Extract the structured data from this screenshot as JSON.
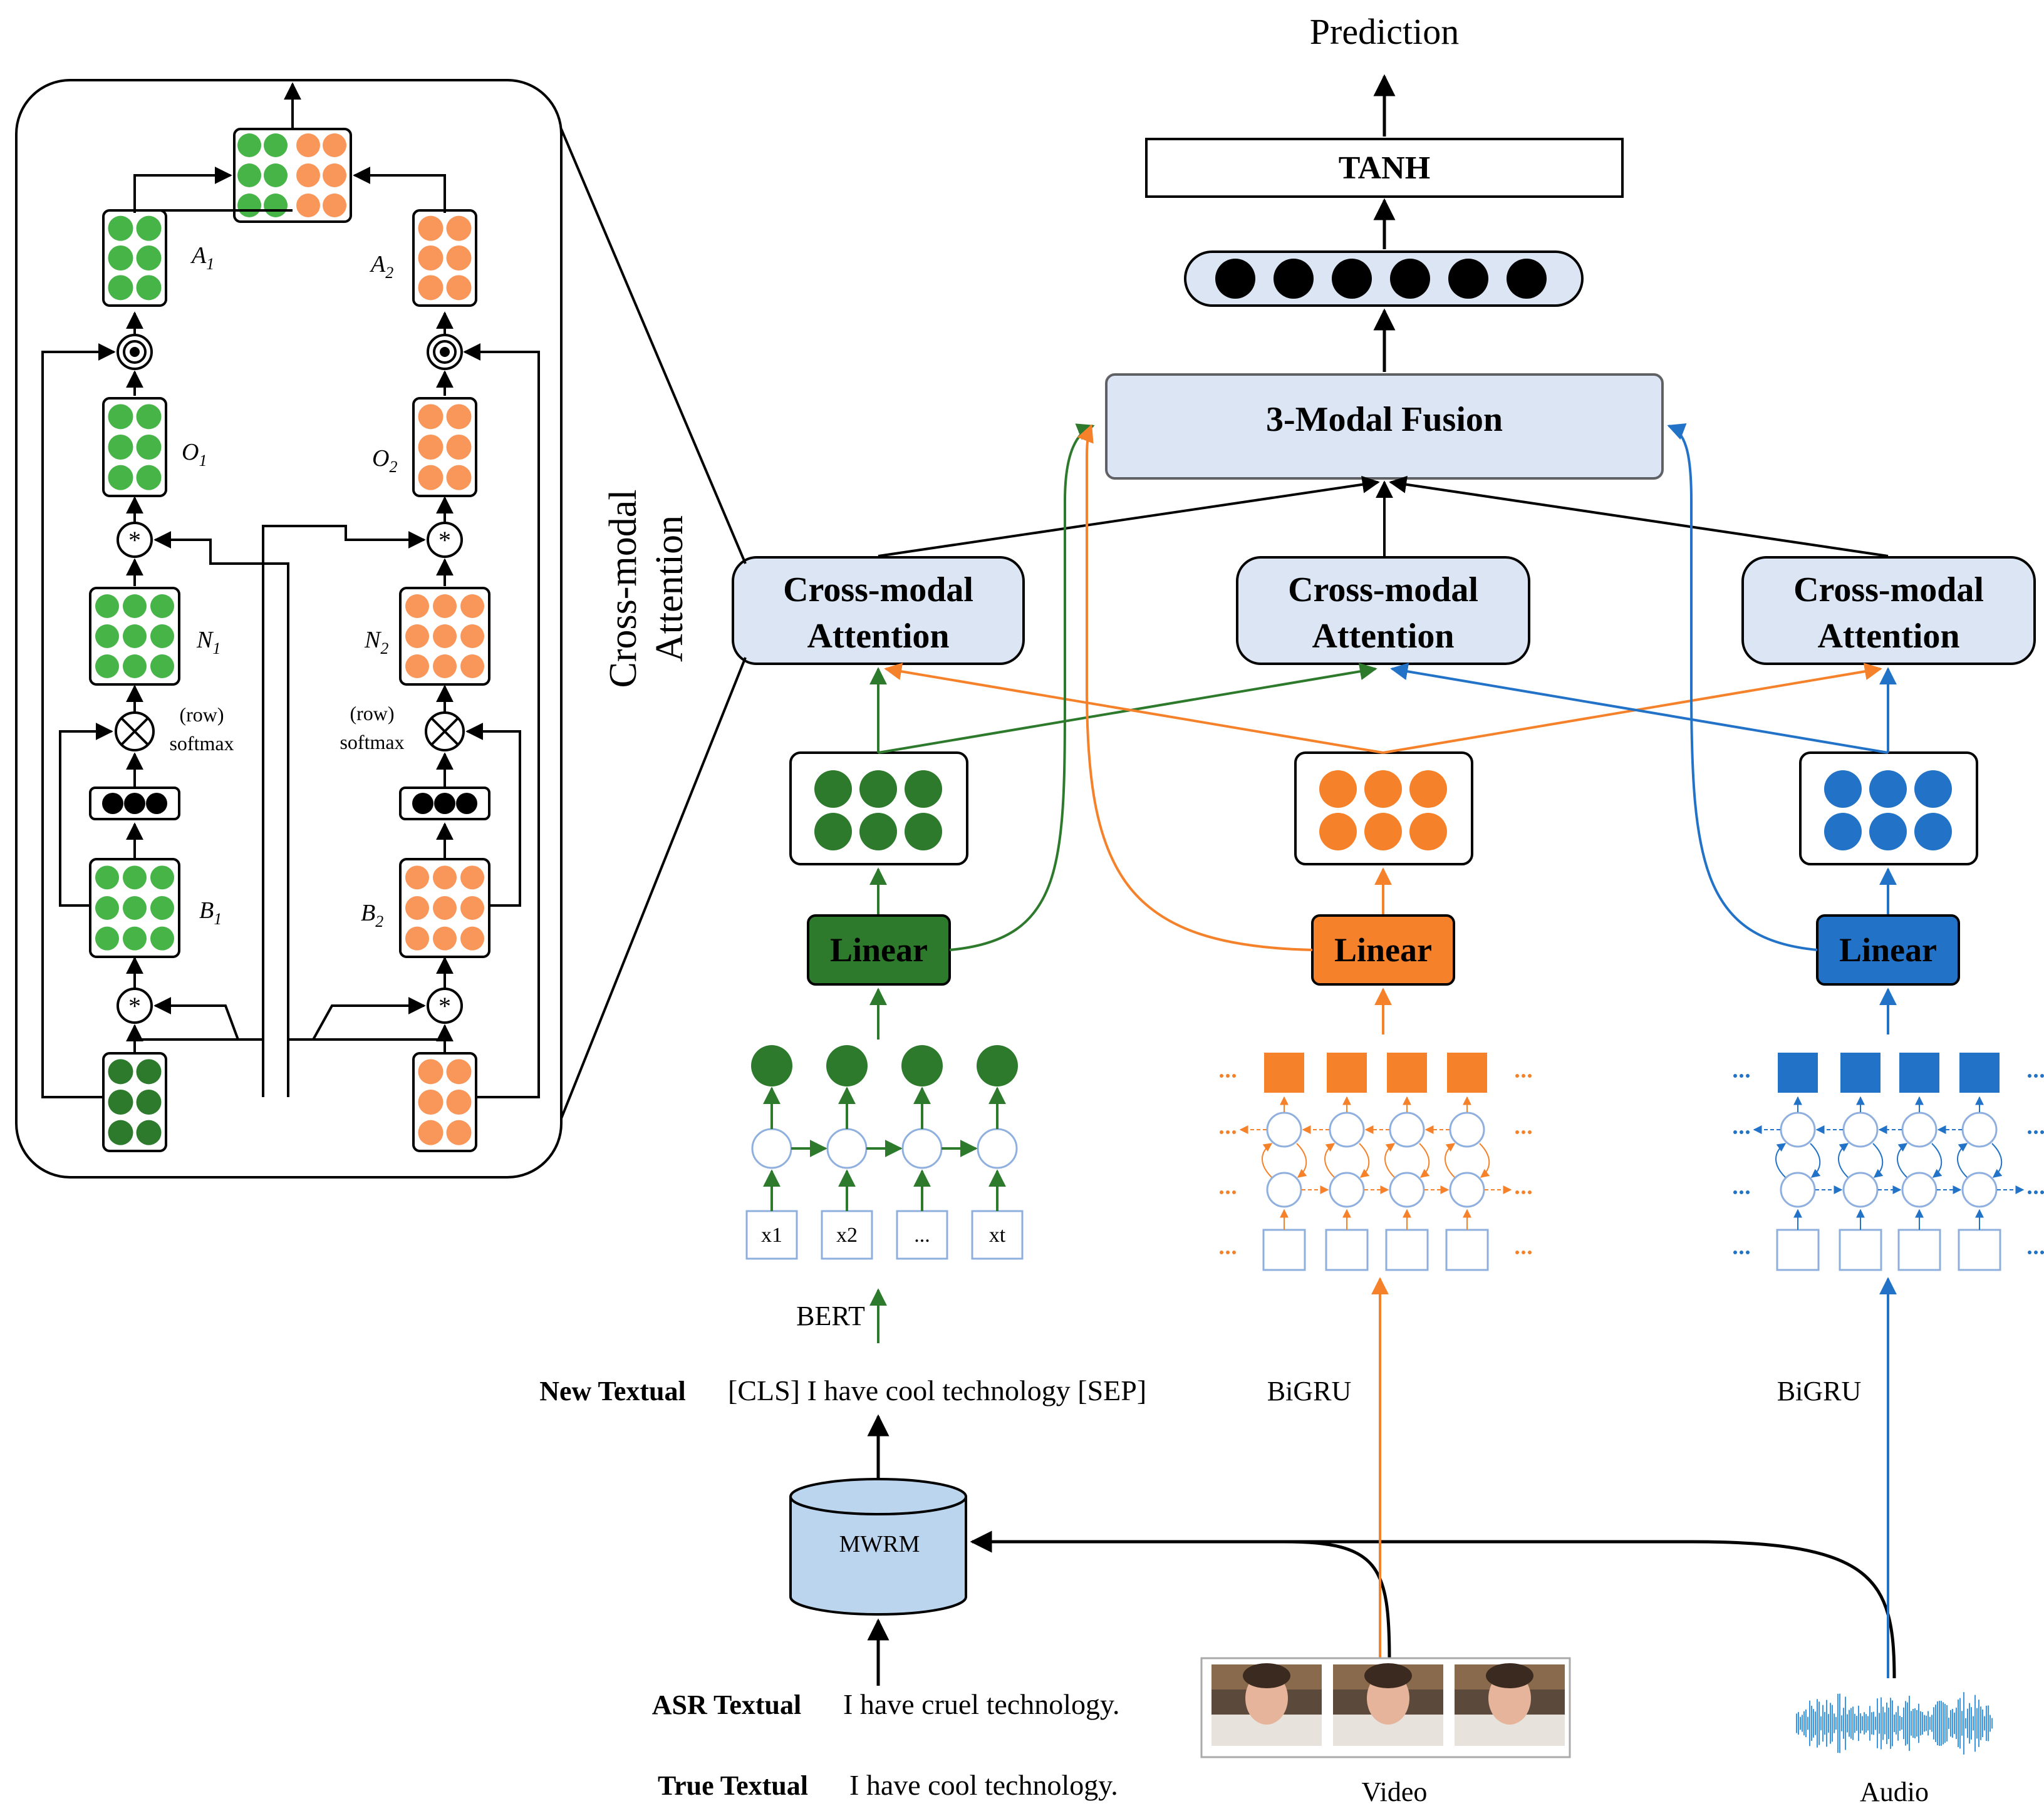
{
  "prediction": "Prediction",
  "tanh": "TANH",
  "fusion": "3-Modal Fusion",
  "attention_blocks": [
    {
      "line1": "Cross-modal",
      "line2": "Attention"
    },
    {
      "line1": "Cross-modal",
      "line2": "Attention"
    },
    {
      "line1": "Cross-modal",
      "line2": "Attention"
    }
  ],
  "zoom_label": {
    "line1": "Cross-modal",
    "line2": "Attention"
  },
  "linear": [
    "Linear",
    "Linear",
    "Linear"
  ],
  "bert": "BERT",
  "bert_inputs": [
    "x1",
    "x2",
    "...",
    "xt"
  ],
  "bigru": [
    "BiGRU",
    "BiGRU"
  ],
  "new_textual": {
    "label": "New Textual",
    "text": "[CLS] I have cool technology [SEP]"
  },
  "mwrm": "MWRM",
  "asr_textual": {
    "label": "ASR Textual",
    "text": "I have cruel technology."
  },
  "true_textual": {
    "label": "True Textual",
    "text": "I have cool technology."
  },
  "video": "Video",
  "audio": "Audio",
  "detail": {
    "A1": "A",
    "A1_sub": "1",
    "A2": "A",
    "A2_sub": "2",
    "O1": "O",
    "O1_sub": "1",
    "O2": "O",
    "O2_sub": "2",
    "N1": "N",
    "N1_sub": "1",
    "N2": "N",
    "N2_sub": "2",
    "B1": "B",
    "B1_sub": "1",
    "B2": "B",
    "B2_sub": "2",
    "row": "(row)",
    "softmax": "softmax"
  },
  "colors": {
    "text_green": "#2d7a2d",
    "audio_orange": "#f5822a",
    "video_blue": "#2273c8",
    "light_green": "#46b446",
    "light_orange": "#f9965a",
    "block_fill": "#dbe5f4",
    "mwrm_fill": "#bcd5ee"
  }
}
